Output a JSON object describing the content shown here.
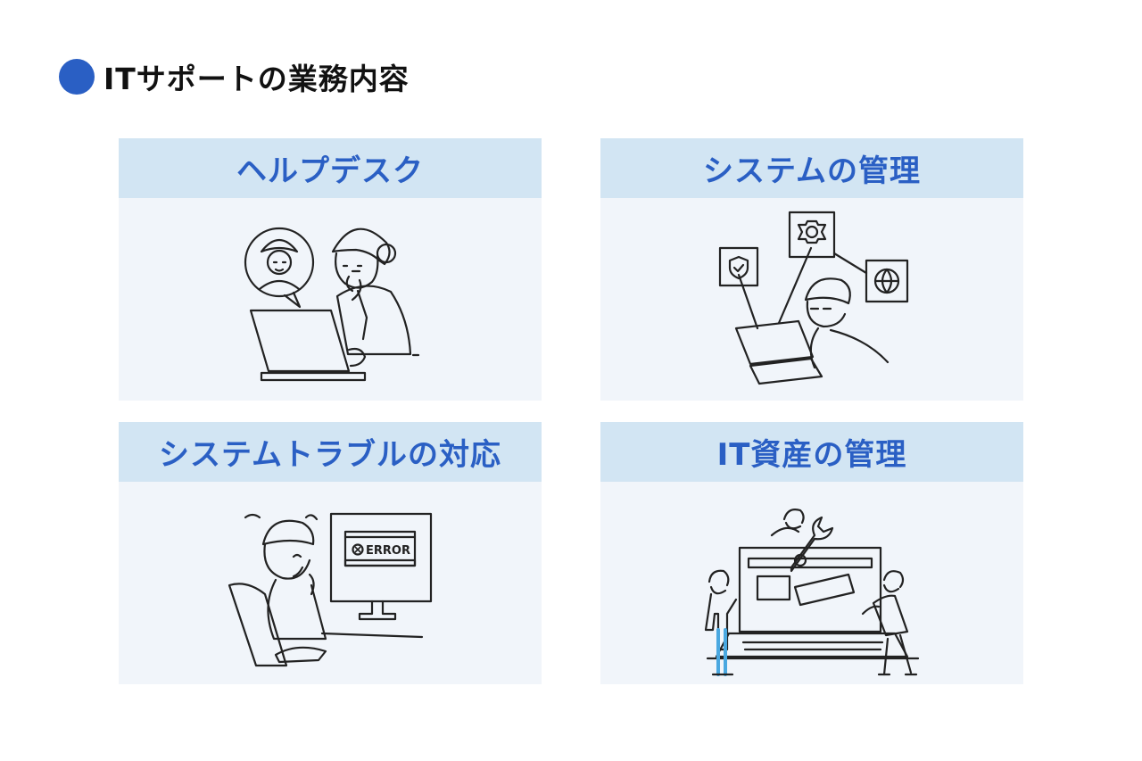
{
  "heading": {
    "title": "ITサポートの業務内容"
  },
  "cards": [
    {
      "title": "ヘルプデスク",
      "illustration": "helpdesk-operator-illustration"
    },
    {
      "title": "システムの管理",
      "illustration": "system-management-illustration"
    },
    {
      "title": "システムトラブルの対応",
      "illustration": "system-trouble-illustration"
    },
    {
      "title": "IT資産の管理",
      "illustration": "it-asset-management-illustration"
    }
  ],
  "error_screen": {
    "label": "ERROR"
  },
  "colors": {
    "accent": "#2a5fc4",
    "hair_blue": "#4aa8e0",
    "card_header": "#d2e5f3",
    "card_body": "#f1f5fa",
    "grey_fill": "#d8d8d8"
  }
}
